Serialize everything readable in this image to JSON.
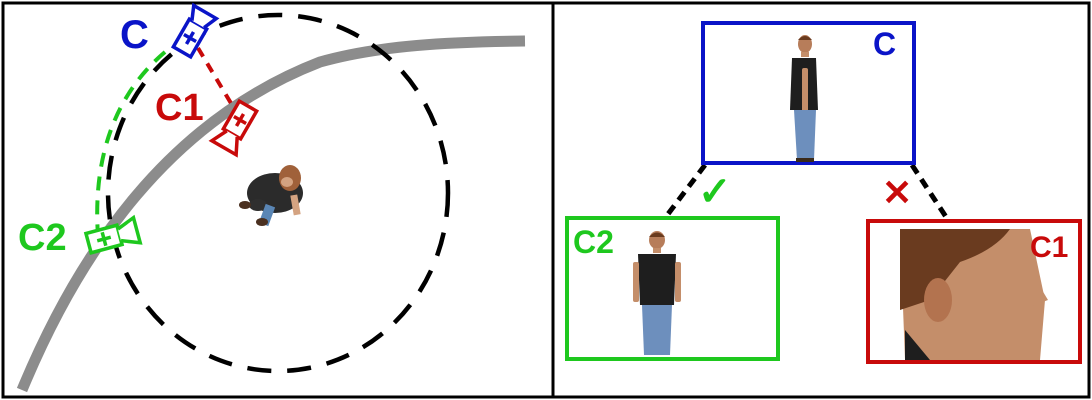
{
  "left_panel": {
    "labels": {
      "c": "C",
      "c1": "C1",
      "c2": "C2"
    }
  },
  "right_panel": {
    "frame_labels": {
      "c": "C",
      "c1": "C1",
      "c2": "C2"
    },
    "marks": {
      "check": "✓",
      "cross": "✕"
    }
  },
  "colors": {
    "blue": "#0a14c8",
    "red": "#c80a0a",
    "green": "#1ec81e",
    "track_gray": "#8c8c8c",
    "black": "#000000"
  },
  "icons": {
    "camera_c": "camera-icon",
    "camera_c1": "camera-icon",
    "camera_c2": "camera-icon",
    "person": "person-figure",
    "check": "checkmark-icon",
    "cross": "cross-icon"
  }
}
